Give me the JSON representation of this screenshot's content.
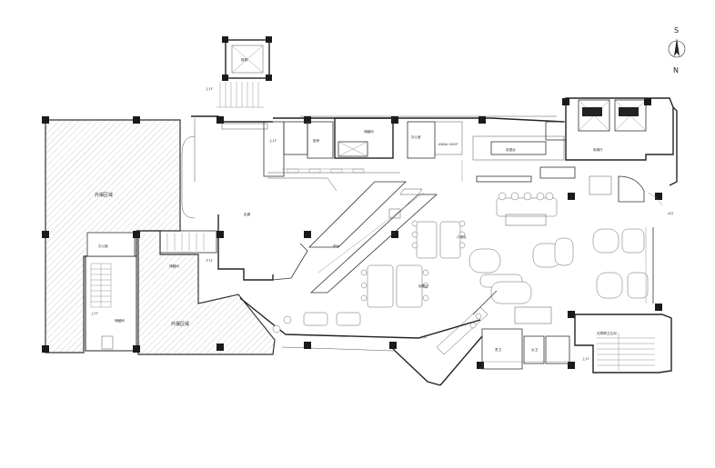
{
  "compass": {
    "south": "S",
    "north": "N"
  },
  "labels": {
    "outdoor_area_left": "外摆区域",
    "outdoor_area_bottom": "外摆区域",
    "up_stair_top": "上1F",
    "up_stair_left": "上1F",
    "up_stair_mid": "上1F",
    "up_stair_right": "上1F",
    "down_stair": "下1F",
    "stair_top": "楼梯",
    "office": "办公室",
    "storage": "储藏间",
    "kitchen": "厨房",
    "bar": "吧台",
    "dining": "用餐区",
    "seating": "沙发区",
    "corridor": "走廊",
    "entrance": "入口",
    "toilet_m": "男卫",
    "toilet_f": "女卫",
    "elevator": "电梯厅",
    "shop": "ANNA SHOP",
    "cashier": "收银台",
    "right_label": "A口",
    "restroom": "无障碍卫生间"
  }
}
